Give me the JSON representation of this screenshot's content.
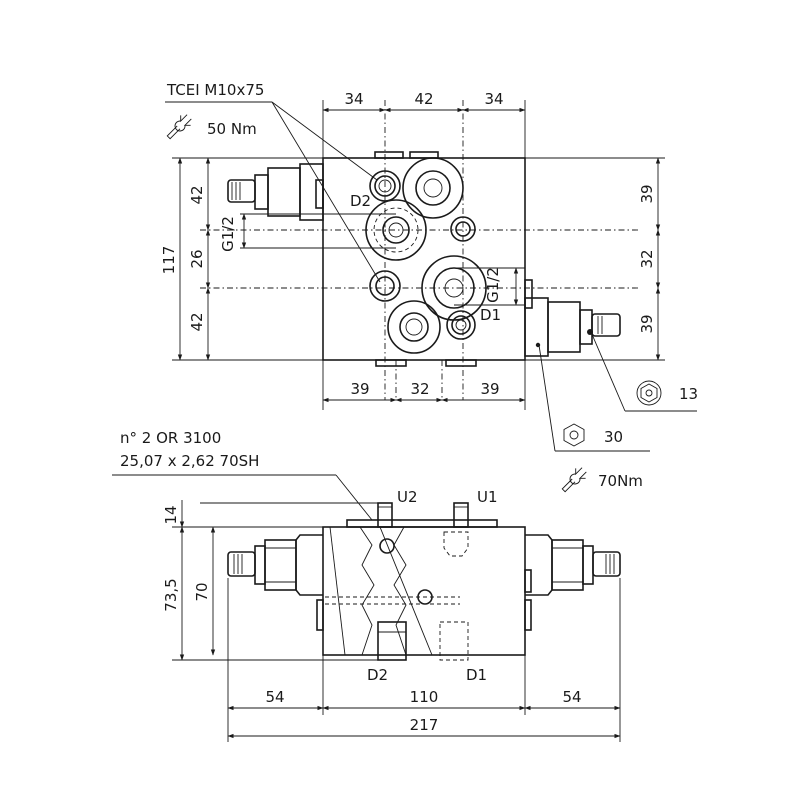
{
  "top_view": {
    "screw_label": "TCEI M10x75",
    "torque_50": "50 Nm",
    "dim_top": [
      "34",
      "42",
      "34"
    ],
    "dim_bottom": [
      "39",
      "32",
      "39"
    ],
    "dim_left_total": "117",
    "dim_left": [
      "42",
      "26",
      "42"
    ],
    "dim_right": [
      "39",
      "32",
      "39"
    ],
    "port_g_left": "G1/2",
    "port_g_right": "G1/2",
    "port_d2": "D2",
    "port_d1": "D1",
    "hex_13": "13",
    "hex_30": "30",
    "torque_70": "70Nm"
  },
  "front_view": {
    "oring_line1": "n° 2 OR 3100",
    "oring_line2": "25,07 x 2,62 70SH",
    "port_u2": "U2",
    "port_u1": "U1",
    "port_d2": "D2",
    "port_d1": "D1",
    "dim_14": "14",
    "dim_73_5": "73,5",
    "dim_70": "70",
    "dim_54_left": "54",
    "dim_110": "110",
    "dim_54_right": "54",
    "dim_217": "217"
  }
}
